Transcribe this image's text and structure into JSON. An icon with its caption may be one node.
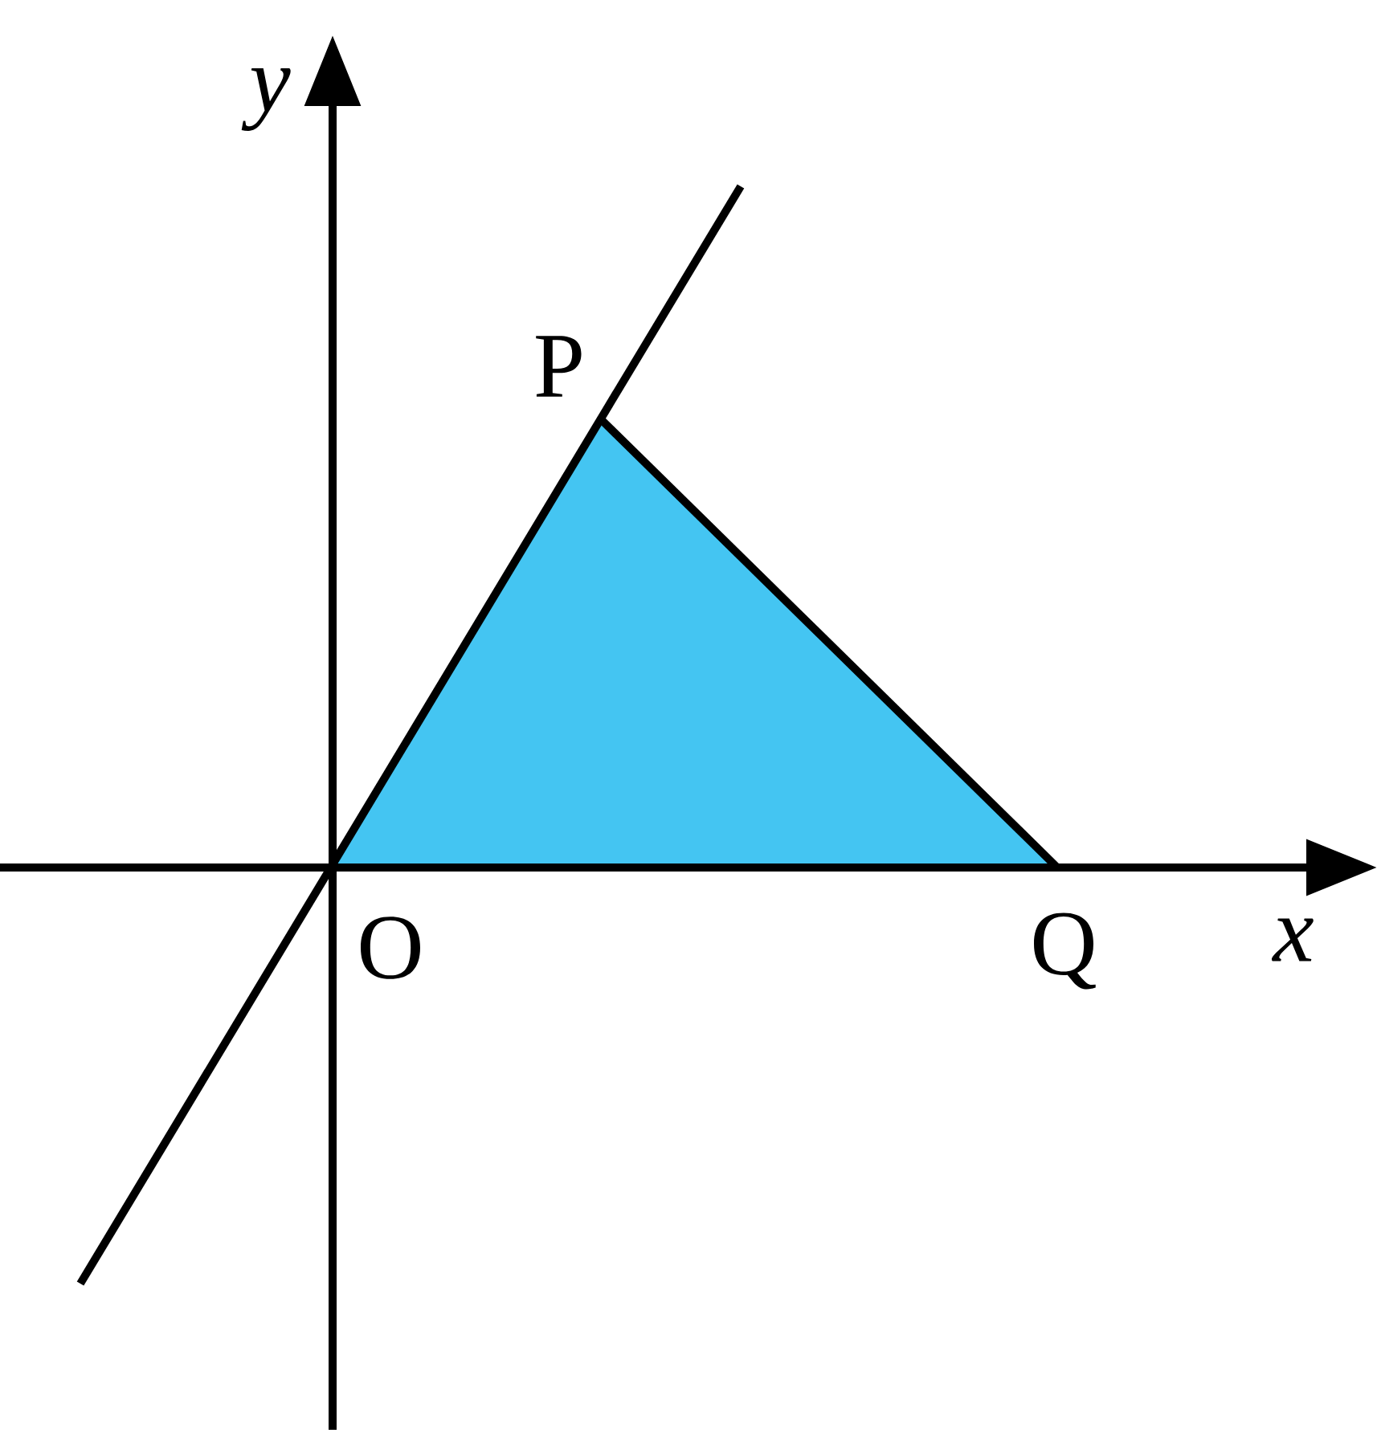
{
  "diagram": {
    "labels": [
      "y",
      "P",
      "O",
      "Q",
      "x"
    ]
  }
}
